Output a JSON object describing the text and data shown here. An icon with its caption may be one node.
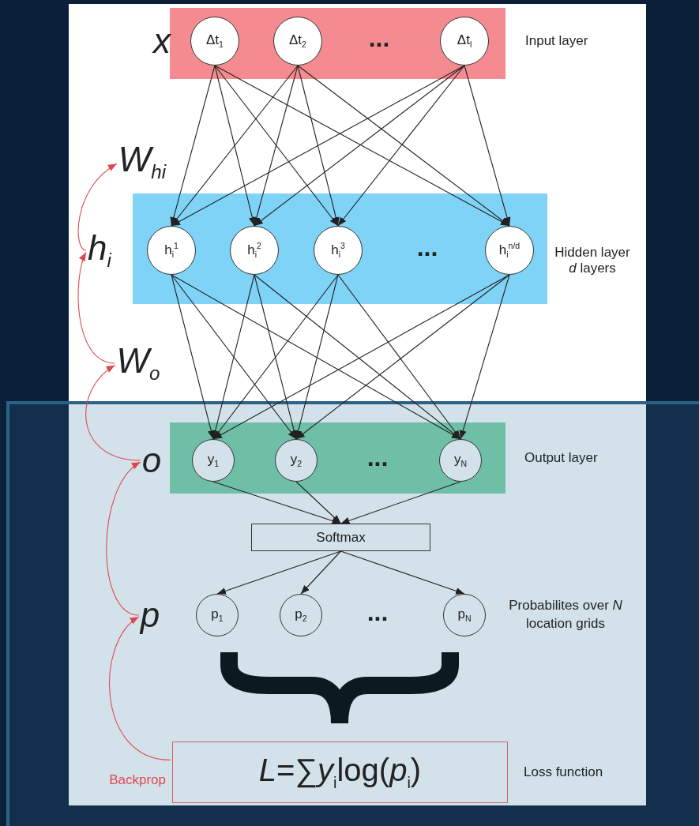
{
  "diagram": {
    "nodes": [
      {
        "text": [],
        "shape": "box",
        "beside": [
          "Input layer"
        ]
      },
      {
        "text": [
          "Δt$_{1}$"
        ],
        "in": 0
      },
      {
        "text": [
          "Δt$_{2}$"
        ],
        "in": 0
      },
      {
        "text": [
          "Δt$_{l}$"
        ],
        "in": 0
      },
      {
        "text": [],
        "shape": "box",
        "beside": [
          "Hidden layer *d* layers"
        ]
      },
      {
        "text": [
          "h$_{i}$$^{1}$"
        ],
        "in": 4
      },
      {
        "text": [
          "h$_{i}$$^{2}$"
        ],
        "in": 4
      },
      {
        "text": [
          "h$_{i}$$^{3}$"
        ],
        "in": 4
      },
      {
        "text": [
          "h$_{i}$$^{n/d}$"
        ],
        "in": 4
      },
      {
        "text": [],
        "shape": "box",
        "beside": [
          "Output layer"
        ]
      },
      {
        "text": [
          "y$_{1}$"
        ],
        "in": 9
      },
      {
        "text": [
          "y$_{2}$"
        ],
        "in": 9
      },
      {
        "text": [
          "y$_{N}$"
        ],
        "in": 9
      },
      {
        "text": [
          "Softmax"
        ]
      },
      {
        "text": [
          "p$_{1}$"
        ]
      },
      {
        "text": [
          "p$_{2}$"
        ]
      },
      {
        "text": [
          "p$_{N}$"
        ]
      },
      {
        "text": [
          "*L*=∑*y*$_{i}$log(*p*$_{i}$)"
        ],
        "beside": [
          "Loss function"
        ]
      },
      {
        "text": [
          "W$_{hi}$"
        ]
      },
      {
        "text": [
          "h$_{i}$"
        ]
      },
      {
        "text": [
          "W$_{o}$"
        ]
      },
      {
        "text": [
          "o"
        ]
      },
      {
        "text": [
          "p"
        ]
      }
    ],
    "edges": [
      {
        "from": 1,
        "to": 5,
        "arrow": "to"
      },
      {
        "from": 1,
        "to": 6,
        "arrow": "to"
      },
      {
        "from": 1,
        "to": 7,
        "arrow": "to"
      },
      {
        "from": 1,
        "to": 8,
        "arrow": "to"
      },
      {
        "from": 2,
        "to": 5,
        "arrow": "to"
      },
      {
        "from": 2,
        "to": 6,
        "arrow": "to"
      },
      {
        "from": 2,
        "to": 7,
        "arrow": "to"
      },
      {
        "from": 2,
        "to": 8,
        "arrow": "to"
      },
      {
        "from": 3,
        "to": 5,
        "arrow": "to"
      },
      {
        "from": 3,
        "to": 6,
        "arrow": "to"
      },
      {
        "from": 3,
        "to": 7,
        "arrow": "to"
      },
      {
        "from": 3,
        "to": 8,
        "arrow": "to"
      },
      {
        "from": 5,
        "to": 10,
        "arrow": "to"
      },
      {
        "from": 5,
        "to": 11,
        "arrow": "to"
      },
      {
        "from": 5,
        "to": 12,
        "arrow": "to"
      },
      {
        "from": 6,
        "to": 10,
        "arrow": "to"
      },
      {
        "from": 6,
        "to": 11,
        "arrow": "to"
      },
      {
        "from": 6,
        "to": 12,
        "arrow": "to"
      },
      {
        "from": 7,
        "to": 10,
        "arrow": "to"
      },
      {
        "from": 7,
        "to": 11,
        "arrow": "to"
      },
      {
        "from": 7,
        "to": 12,
        "arrow": "to"
      },
      {
        "from": 8,
        "to": 10,
        "arrow": "to"
      },
      {
        "from": 8,
        "to": 11,
        "arrow": "to"
      },
      {
        "from": 8,
        "to": 12,
        "arrow": "to"
      },
      {
        "from": 10,
        "to": 13,
        "arrow": "to"
      },
      {
        "from": 11,
        "to": 13,
        "arrow": "to"
      },
      {
        "from": 12,
        "to": 13,
        "arrow": "to"
      },
      {
        "from": 13,
        "to": 14,
        "arrow": "to"
      },
      {
        "from": 13,
        "to": 15,
        "arrow": "to"
      },
      {
        "from": 13,
        "to": 16,
        "arrow": "to"
      },
      {
        "from": 17,
        "to": 22,
        "arrow": "to",
        "label": "Backprop",
        "color": "#e0474f"
      },
      {
        "from": 22,
        "to": 21,
        "arrow": "to",
        "color": "#e0474f"
      },
      {
        "from": 21,
        "to": 20,
        "arrow": "to",
        "color": "#e0474f"
      },
      {
        "from": 20,
        "to": 19,
        "arrow": "to",
        "color": "#e0474f"
      },
      {
        "from": 19,
        "to": 18,
        "arrow": "to",
        "color": "#e0474f"
      }
    ],
    "labels": [
      "x",
      "...",
      "...",
      "...",
      "...",
      "Probabilites over *N* location grids"
    ]
  }
}
